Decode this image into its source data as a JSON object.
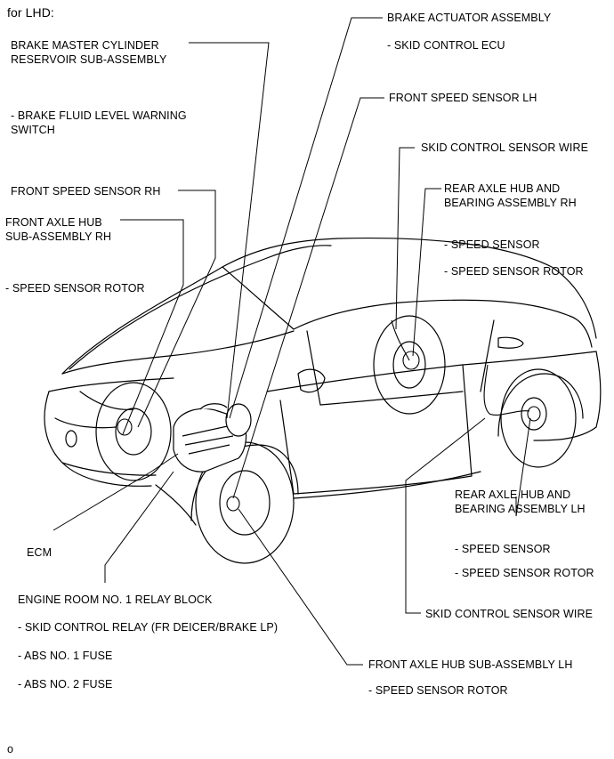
{
  "title": "for LHD:",
  "labels": {
    "brake_master_cylinder": "BRAKE MASTER CYLINDER\nRESERVOIR SUB-ASSEMBLY",
    "brake_fluid_switch": "- BRAKE FLUID LEVEL WARNING\nSWITCH",
    "front_speed_sensor_rh": "FRONT SPEED SENSOR RH",
    "front_axle_hub_rh": "FRONT AXLE HUB\nSUB-ASSEMBLY RH",
    "speed_sensor_rotor_rh": "- SPEED SENSOR ROTOR",
    "ecm": "ECM",
    "engine_room_relay_block": "ENGINE ROOM NO. 1 RELAY BLOCK",
    "skid_control_relay": "- SKID CONTROL RELAY (FR DEICER/BRAKE LP)",
    "abs_no1_fuse": "- ABS NO. 1 FUSE",
    "abs_no2_fuse": "- ABS NO. 2 FUSE",
    "brake_actuator": "BRAKE ACTUATOR ASSEMBLY",
    "skid_control_ecu": "- SKID CONTROL ECU",
    "front_speed_sensor_lh": "FRONT SPEED SENSOR LH",
    "skid_control_sensor_wire_top": "SKID CONTROL SENSOR WIRE",
    "rear_axle_hub_rh": "REAR AXLE HUB AND\nBEARING ASSEMBLY RH",
    "speed_sensor_rear_rh": "- SPEED SENSOR",
    "speed_sensor_rotor_rear_rh": "- SPEED SENSOR ROTOR",
    "rear_axle_hub_lh": "REAR AXLE HUB AND\nBEARING ASSEMBLY LH",
    "speed_sensor_rear_lh": "- SPEED SENSOR",
    "speed_sensor_rotor_rear_lh": "- SPEED SENSOR ROTOR",
    "skid_control_sensor_wire_bottom": "SKID CONTROL SENSOR WIRE",
    "front_axle_hub_lh": "FRONT AXLE HUB SUB-ASSEMBLY LH",
    "speed_sensor_rotor_lh": "- SPEED SENSOR ROTOR"
  },
  "footer_mark": "o"
}
